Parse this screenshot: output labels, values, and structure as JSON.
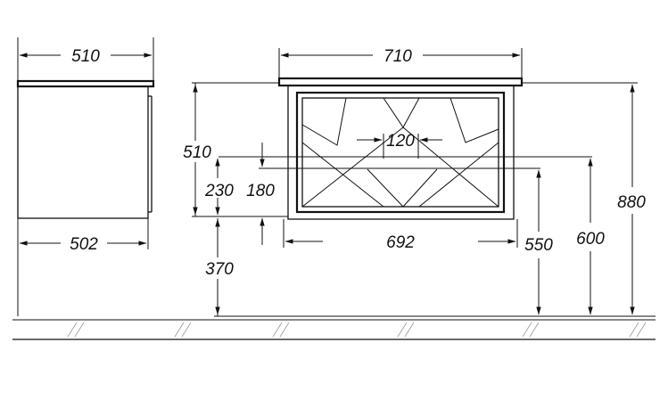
{
  "dimensions": {
    "side_depth_top": "510",
    "side_depth_bottom": "502",
    "front_width_top": "710",
    "front_width_inner": "692",
    "tap_spacing": "120",
    "left_height_510": "510",
    "left_height_230": "230",
    "left_height_180": "180",
    "left_height_370": "370",
    "right_height_550": "550",
    "right_height_600": "600",
    "right_height_880": "880"
  },
  "icons": [
    "arrow-icon",
    "floor-hatch"
  ]
}
